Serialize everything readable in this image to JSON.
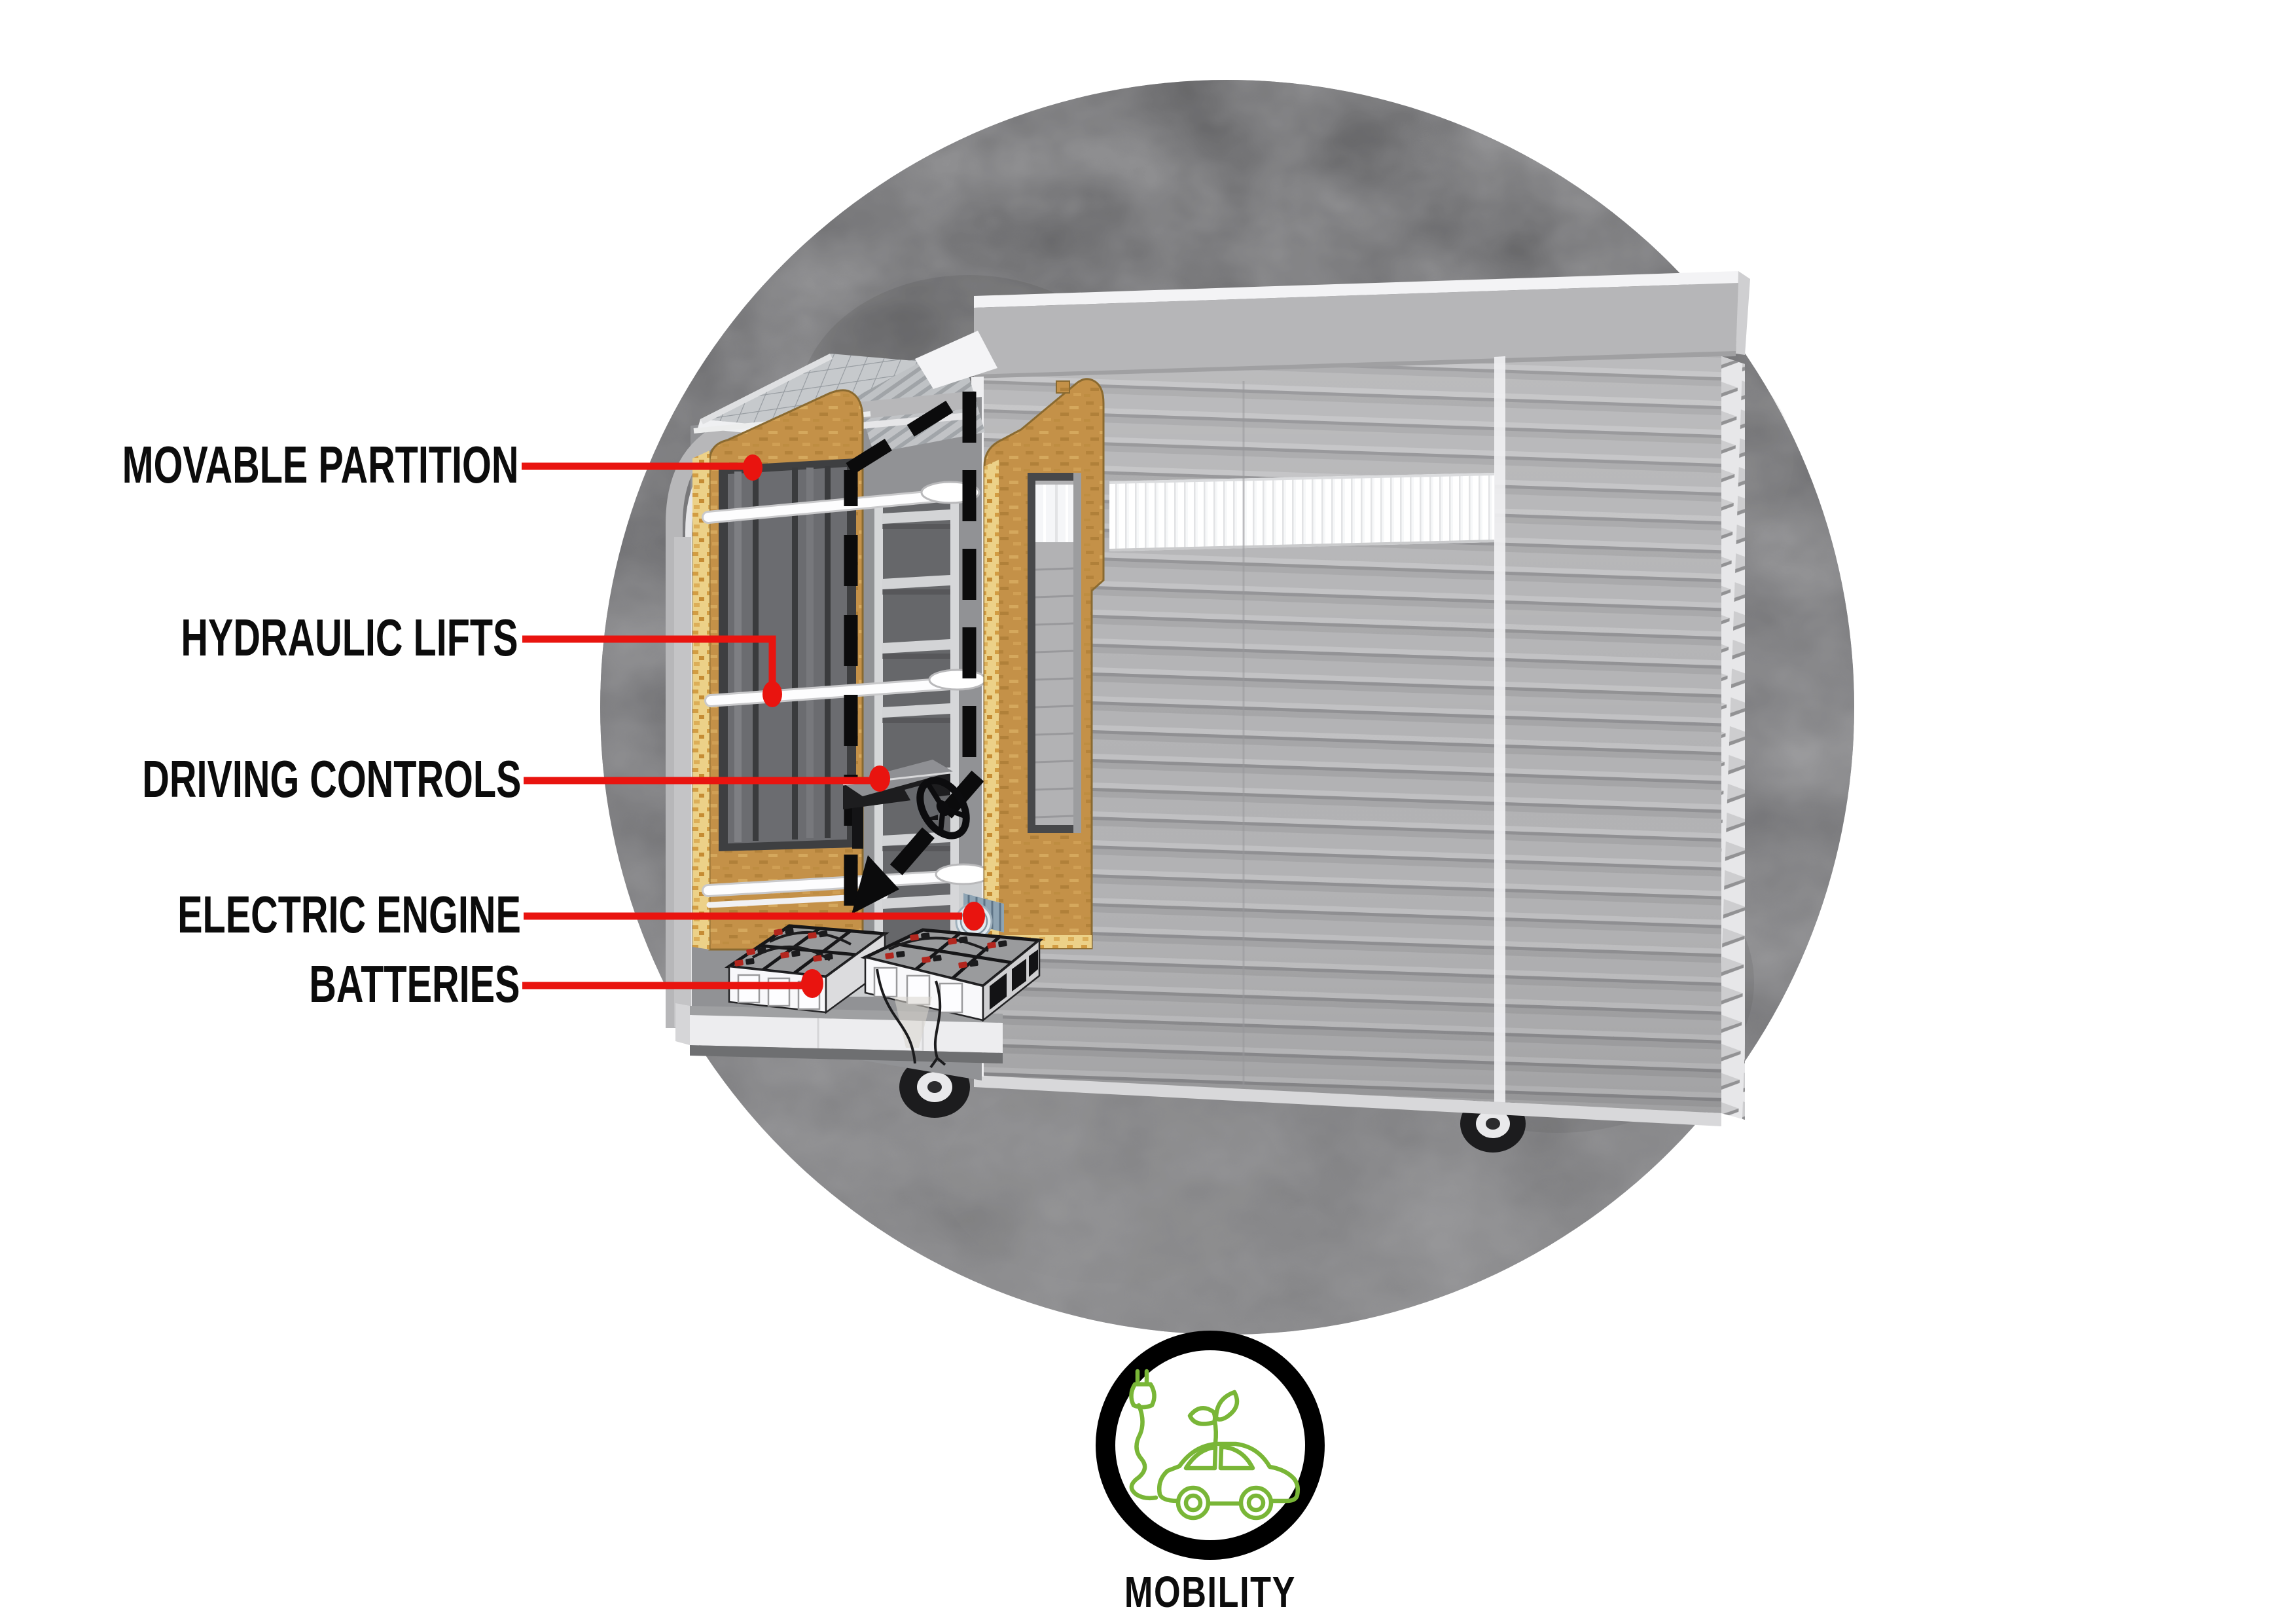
{
  "colors": {
    "accent": "#e9140f",
    "ink": "#0c0c0c",
    "icon_green": "#79b637",
    "wood": "#c49148",
    "wood_edge": "#ecd188",
    "circle_top": "#59595b",
    "circle_bottom": "#7e7e80"
  },
  "diagram": {
    "labels": [
      {
        "id": "movable-partition",
        "text": "MOVABLE PARTITION"
      },
      {
        "id": "hydraulic-lifts",
        "text": "HYDRAULIC LIFTS"
      },
      {
        "id": "driving-controls",
        "text": "DRIVING CONTROLS"
      },
      {
        "id": "electric-engine",
        "text": "ELECTRIC ENGINE"
      },
      {
        "id": "batteries",
        "text": "BATTERIES"
      }
    ],
    "badge": {
      "label": "MOBILITY",
      "icon": "electric-car-leaf-icon"
    }
  }
}
